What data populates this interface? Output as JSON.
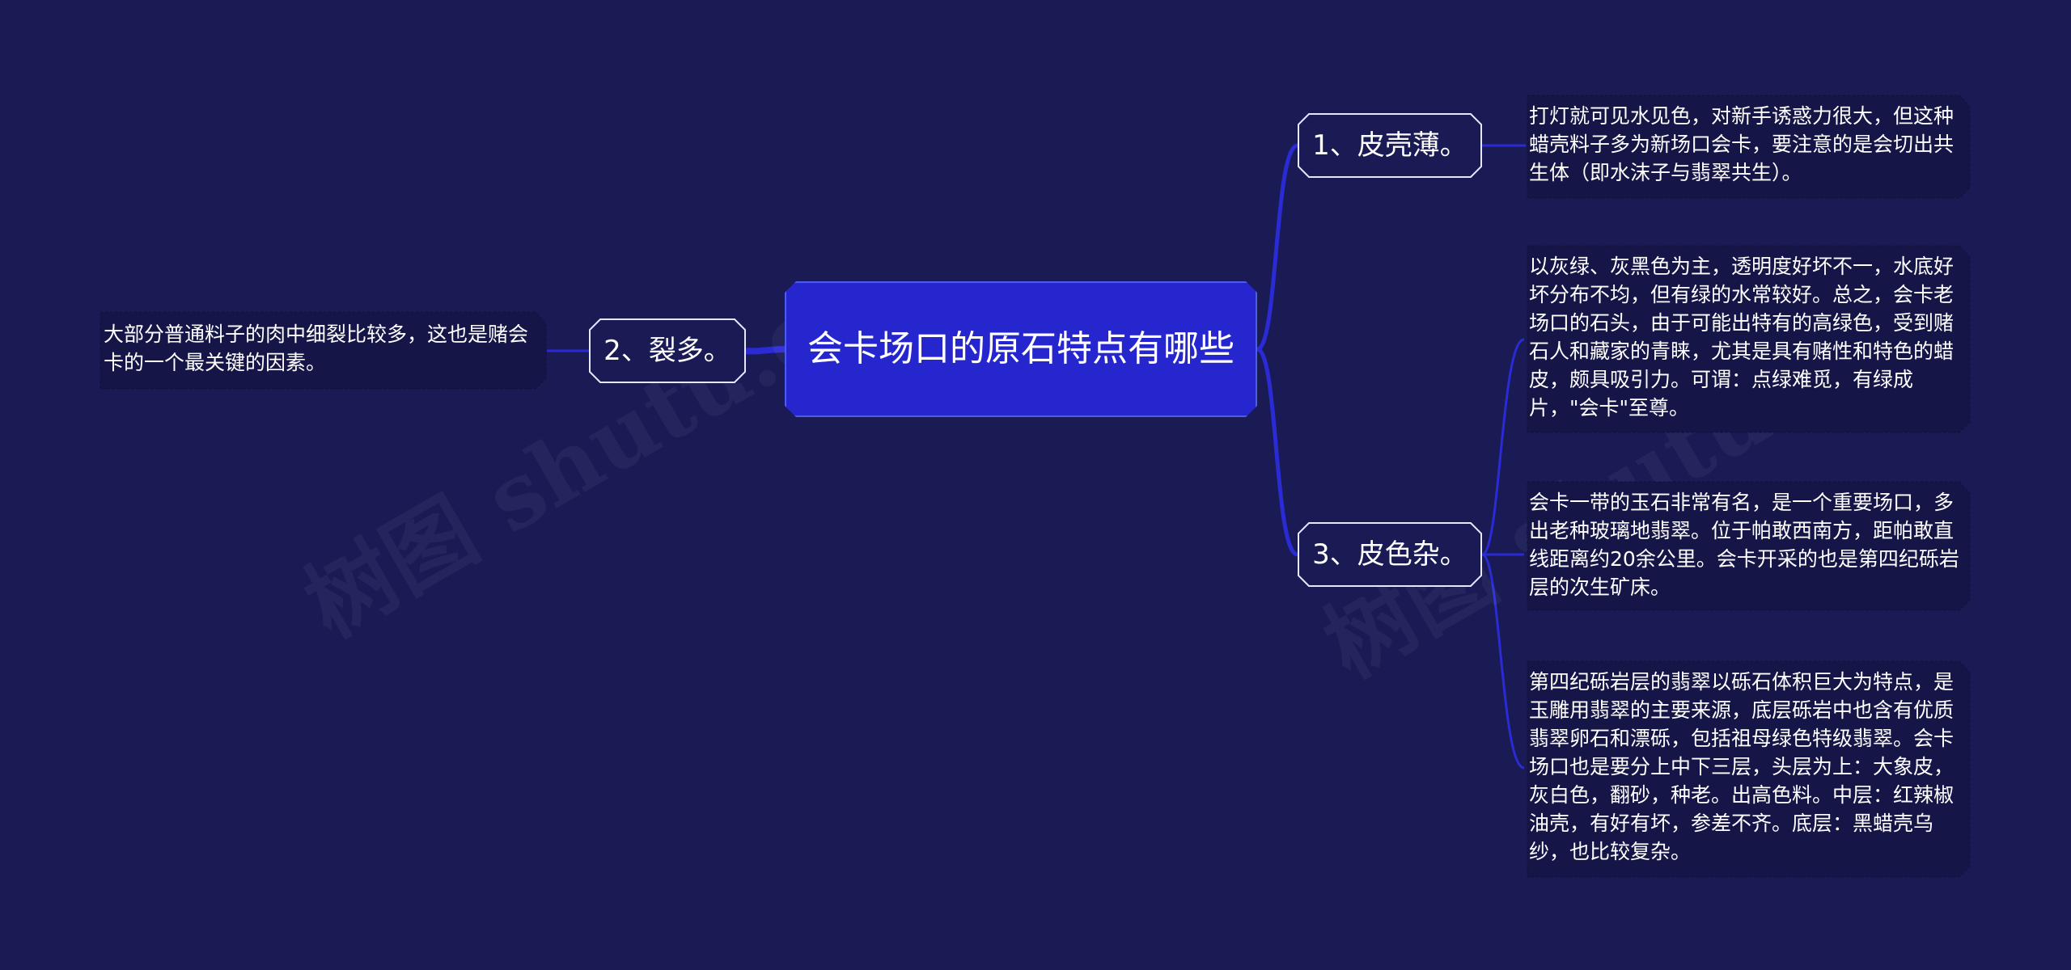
{
  "root": {
    "title": "会卡场口的原石特点有哪些"
  },
  "branches": [
    {
      "label": "1、皮壳薄。",
      "notes": [
        "打灯就可见水见色，对新手诱惑力很大，但这种蜡壳料子多为新场口会卡，要注意的是会切出共生体（即水沫子与翡翠共生）。"
      ]
    },
    {
      "label": "2、裂多。",
      "notes": [
        "大部分普通料子的肉中细裂比较多，这也是赌会卡的一个最关键的因素。"
      ]
    },
    {
      "label": "3、皮色杂。",
      "notes": [
        "以灰绿、灰黑色为主，透明度好坏不一，水底好坏分布不均，但有绿的水常较好。总之，会卡老场口的石头，由于可能出特有的高绿色，受到赌石人和藏家的青睐，尤其是具有赌性和特色的蜡皮，颇具吸引力。可谓：点绿难觅，有绿成片，\"会卡\"至尊。",
        "会卡一带的玉石非常有名，是一个重要场口，多出老种玻璃地翡翠。位于帕敢西南方，距帕敢直线距离约20余公里。会卡开采的也是第四纪砾岩层的次生矿床。",
        "第四纪砾岩层的翡翠以砾石体积巨大为特点，是玉雕用翡翠的主要来源，底层砾岩中也含有优质翡翠卵石和漂砾，包括祖母绿色特级翡翠。会卡场口也是要分上中下三层，头层为上：大象皮，灰白色，翻砂，种老。出高色料。中层：红辣椒油壳，有好有坏，参差不齐。底层：黑蜡壳乌纱，也比较复杂。"
      ]
    }
  ],
  "watermark": "树图 shutu.cn",
  "colors": {
    "background": "#1a1a55",
    "root_fill": "#2626cf",
    "connector": "#2b2bd6",
    "text": "#ffffff"
  }
}
